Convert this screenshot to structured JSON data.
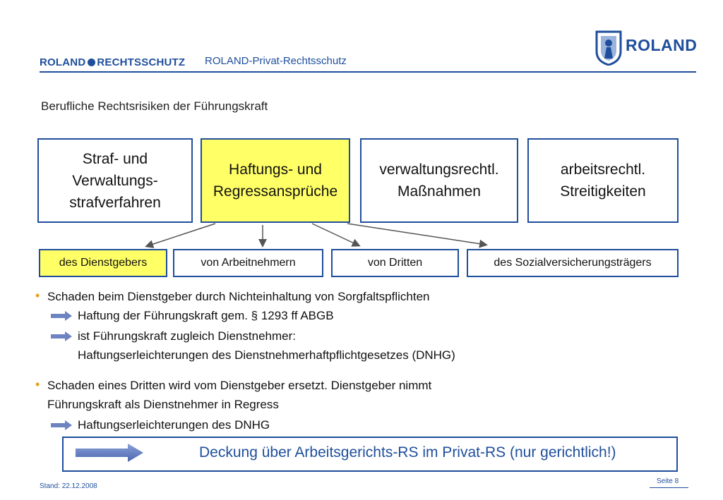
{
  "header": {
    "brand_left": "ROLAND",
    "brand_right": "RECHTSSCHUTZ",
    "product": "ROLAND-Privat-Rechtsschutz",
    "logo_text": "ROLAND"
  },
  "title": "Berufliche Rechtsrisiken der Führungskraft",
  "categories": [
    {
      "label": "Straf- und\nVerwaltungs-\nstrafverfahren"
    },
    {
      "label": "Haftungs- und\nRegressansprüche"
    },
    {
      "label": "verwaltungsrechtl.\nMaßnahmen"
    },
    {
      "label": "arbeitsrechtl.\nStreitigkeiten"
    }
  ],
  "claims": [
    {
      "label": "des Dienstgebers"
    },
    {
      "label": "von Arbeitnehmern"
    },
    {
      "label": "von Dritten"
    },
    {
      "label": "des Sozialversicherungsträgers"
    }
  ],
  "bullets": {
    "b1": "Schaden beim Dienstgeber durch Nichteinhaltung von Sorgfaltspflichten",
    "b1_sub1": "Haftung der Führungskraft gem. § 1293 ff ABGB",
    "b1_sub2": "ist Führungskraft zugleich Dienstnehmer:",
    "b1_sub3": "Haftungserleichterungen des Dienstnehmerhaftpflichtgesetzes (DNHG)",
    "b2_line1": "Schaden eines Dritten wird vom Dienstgeber ersetzt. Dienstgeber nimmt",
    "b2_line2": "Führungskraft als Dienstnehmer in Regress",
    "b2_sub1": "Haftungserleichterungen des DNHG"
  },
  "coverage": "Deckung über Arbeitsgerichts-RS im Privat-RS (nur gerichtlich!)",
  "footer": {
    "date": "Stand: 22.12.2008",
    "page": "Seite 8"
  },
  "colors": {
    "brand_blue": "#1f4e9c",
    "highlight_yellow": "#ffff66",
    "bullet_orange": "#e8a020"
  }
}
